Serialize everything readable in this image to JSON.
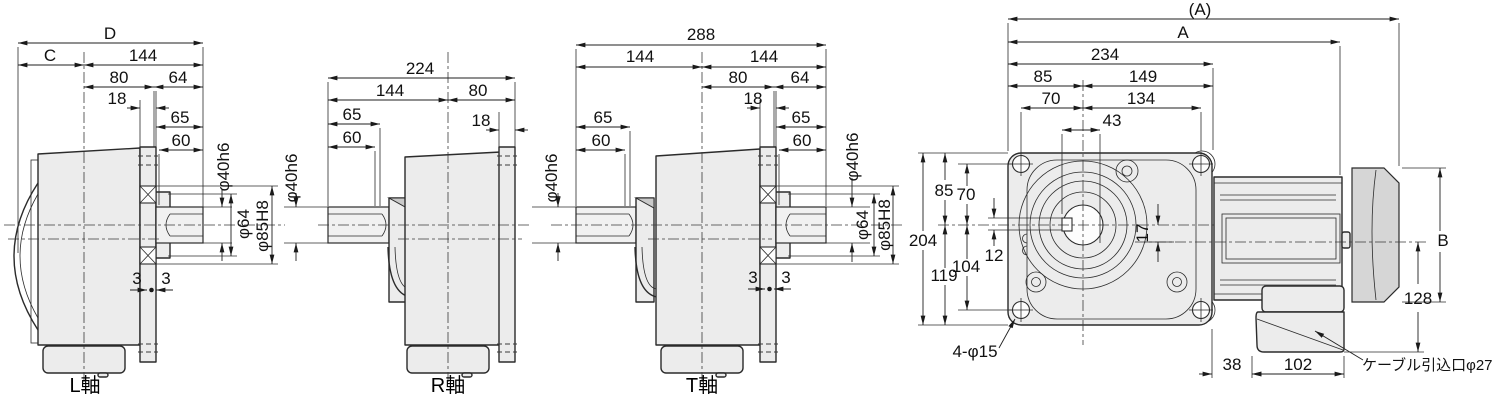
{
  "drawing": {
    "views": {
      "l": {
        "label": "L軸",
        "d": {
          "D": "D",
          "C": "C",
          "n144": "144",
          "n80": "80",
          "n64": "64",
          "n18": "18",
          "n65": "65",
          "n60": "60",
          "shaft": "φ40h6",
          "hub": "φ64",
          "spigot": "φ85H8",
          "g1": "3",
          "g2": "3"
        }
      },
      "r": {
        "label": "R軸",
        "d": {
          "n224": "224",
          "n144": "144",
          "n80": "80",
          "n65": "65",
          "n18": "18",
          "n60": "60",
          "shaft": "φ40h6"
        }
      },
      "t": {
        "label": "T軸",
        "d": {
          "n288": "288",
          "n144a": "144",
          "n144b": "144",
          "n80": "80",
          "n64": "64",
          "n18": "18",
          "n65a": "65",
          "n60a": "60",
          "n65b": "65",
          "n60b": "60",
          "shaftL": "φ40h6",
          "shaftR": "φ40h6",
          "hub": "φ64",
          "spigot": "φ85H8",
          "g1": "3",
          "g2": "3"
        }
      },
      "f": {
        "d": {
          "refA": "(A)",
          "A": "A",
          "n234": "234",
          "n85": "85",
          "n149": "149",
          "n70": "70",
          "n134": "134",
          "n43": "43",
          "v204": "204",
          "v85": "85",
          "v70": "70",
          "v119": "119",
          "v104": "104",
          "v12": "12",
          "v17": "17",
          "holes": "4-φ15",
          "n38": "38",
          "n102": "102",
          "cable": "ケーブル引込口φ27",
          "v128": "128",
          "B": "B"
        }
      }
    },
    "colors": {
      "line": "#2b2b2b",
      "fill": "#ececec",
      "fill_dark": "#d6d6d6",
      "bg": "#ffffff"
    }
  }
}
